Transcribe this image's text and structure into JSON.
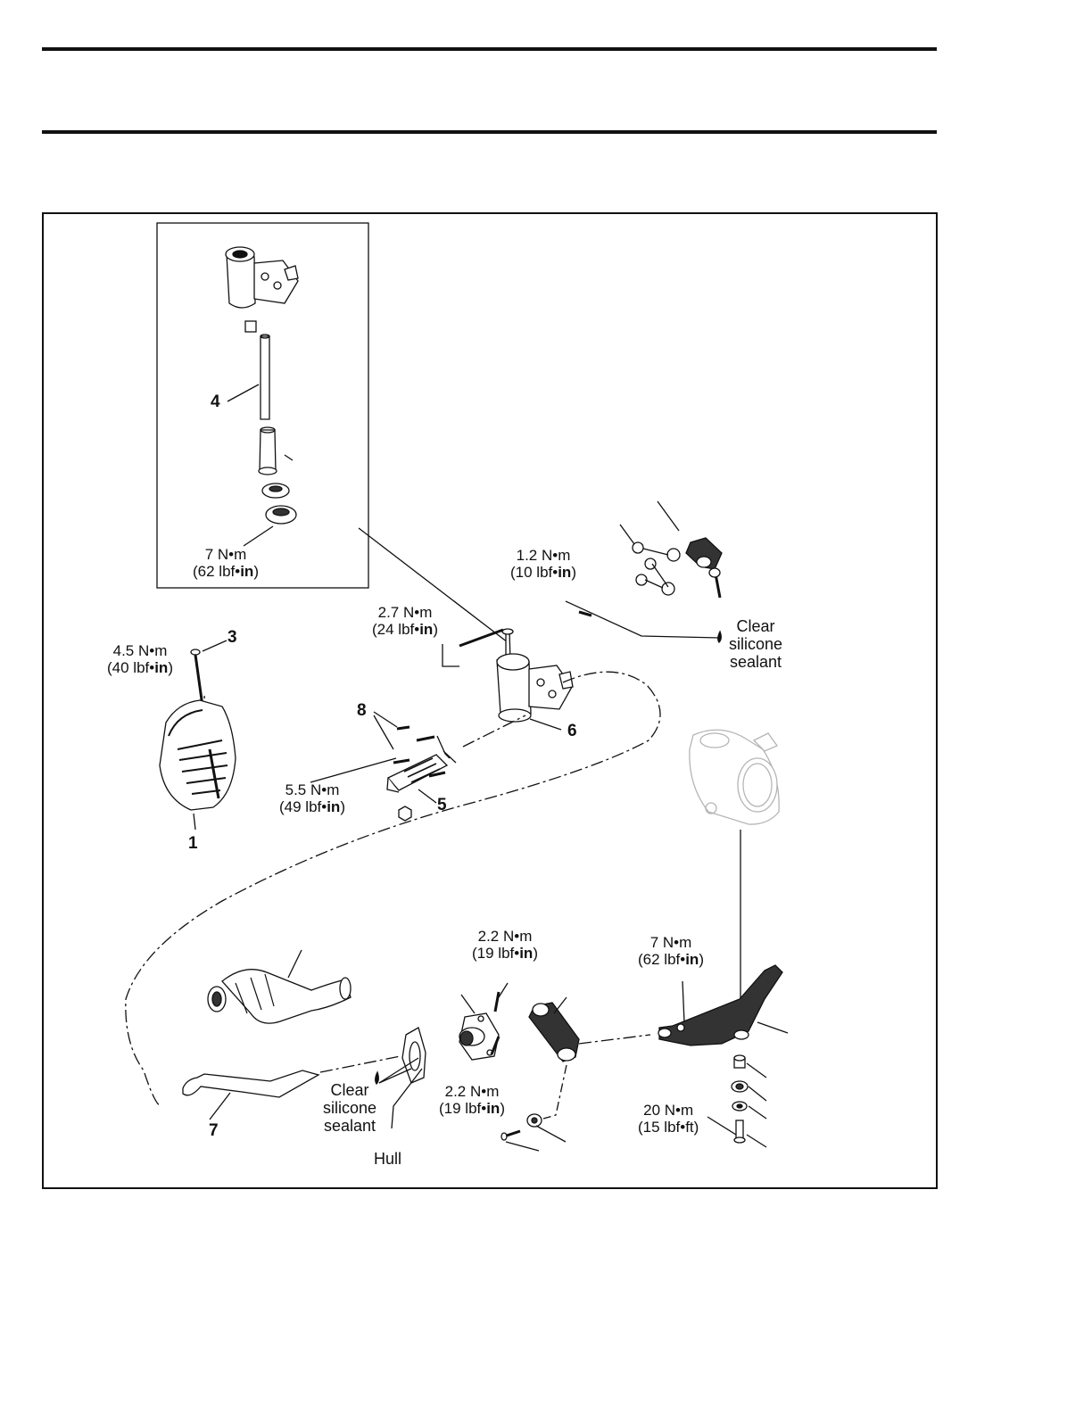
{
  "part_numbers": [
    "1",
    "3",
    "4",
    "5",
    "6",
    "7",
    "8"
  ],
  "torques": [
    {
      "nm": "7 N•m",
      "imp_pre": "(62 lbf•",
      "imp_bold": "in",
      "imp_post": ")"
    },
    {
      "nm": "1.2 N•m",
      "imp_pre": "(10 lbf•",
      "imp_bold": "in",
      "imp_post": ")"
    },
    {
      "nm": "2.7 N•m",
      "imp_pre": "(24 lbf•",
      "imp_bold": "in",
      "imp_post": ")"
    },
    {
      "nm": "4.5 N•m",
      "imp_pre": "(40 lbf•",
      "imp_bold": "in",
      "imp_post": ")"
    },
    {
      "nm": "5.5 N•m",
      "imp_pre": "(49 lbf•",
      "imp_bold": "in",
      "imp_post": ")"
    },
    {
      "nm": "2.2 N•m",
      "imp_pre": "(19 lbf•",
      "imp_bold": "in",
      "imp_post": ")"
    },
    {
      "nm": "7 N•m",
      "imp_pre": "(62 lbf•",
      "imp_bold": "in",
      "imp_post": ")"
    },
    {
      "nm": "2.2 N•m",
      "imp_pre": "(19 lbf•",
      "imp_bold": "in",
      "imp_post": ")"
    },
    {
      "nm": "20 N•m",
      "imp_pre": "(15 lbf•ft)",
      "imp_bold": "",
      "imp_post": ""
    }
  ],
  "notes": {
    "sealant_line1": "Clear",
    "sealant_line2": "silicone",
    "sealant_line3": "sealant",
    "hull": "Hull"
  },
  "colors": {
    "ink": "#111111",
    "ghost": "#b5b5b5",
    "part_fill": "#ffffff",
    "dark": "#333333"
  }
}
